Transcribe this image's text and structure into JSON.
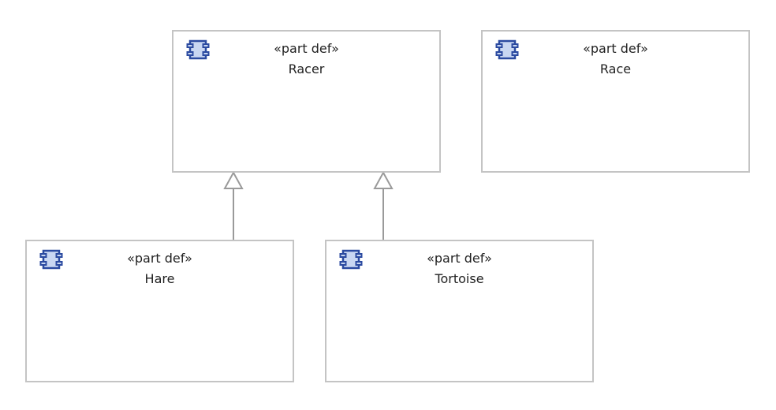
{
  "diagram": {
    "nodes": [
      {
        "id": "racer",
        "stereotype": "«part def»",
        "name": "Racer"
      },
      {
        "id": "race",
        "stereotype": "«part def»",
        "name": "Race"
      },
      {
        "id": "hare",
        "stereotype": "«part def»",
        "name": "Hare"
      },
      {
        "id": "tortoise",
        "stereotype": "«part def»",
        "name": "Tortoise"
      }
    ],
    "edges": [
      {
        "type": "generalization",
        "from": "hare",
        "to": "racer"
      },
      {
        "type": "generalization",
        "from": "tortoise",
        "to": "racer"
      }
    ],
    "icon": "part-def-icon",
    "colors": {
      "border": "#c4c4c4",
      "icon_stroke": "#2b4aa0",
      "icon_fill": "#c9d7f2",
      "edge": "#9a9a9a",
      "text": "#222222"
    }
  }
}
